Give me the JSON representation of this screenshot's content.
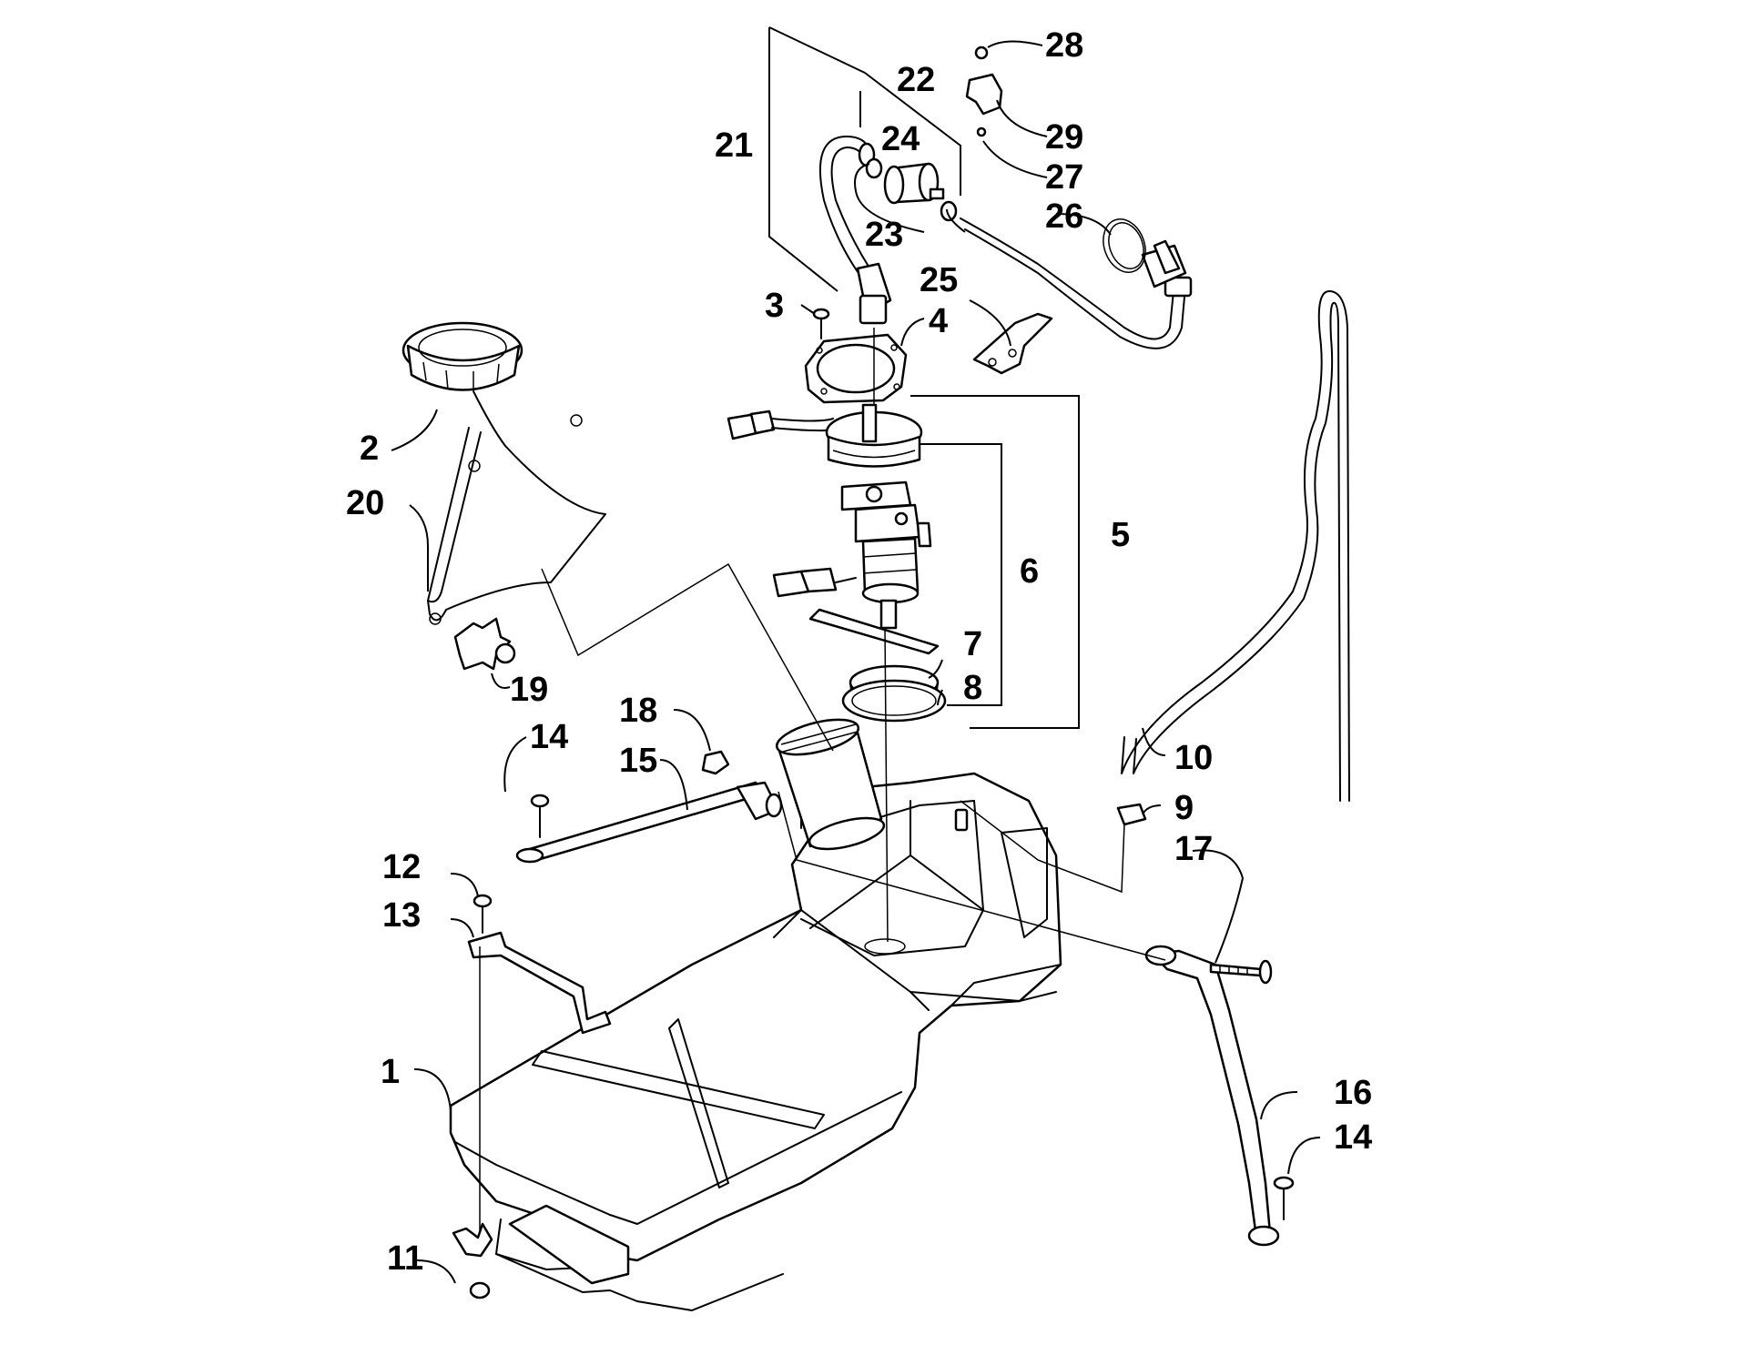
{
  "callouts": [
    {
      "id": "1",
      "label": "1"
    },
    {
      "id": "2",
      "label": "2"
    },
    {
      "id": "3",
      "label": "3"
    },
    {
      "id": "4",
      "label": "4"
    },
    {
      "id": "5",
      "label": "5"
    },
    {
      "id": "6",
      "label": "6"
    },
    {
      "id": "7",
      "label": "7"
    },
    {
      "id": "8",
      "label": "8"
    },
    {
      "id": "9",
      "label": "9"
    },
    {
      "id": "10",
      "label": "10"
    },
    {
      "id": "11",
      "label": "11"
    },
    {
      "id": "12",
      "label": "12"
    },
    {
      "id": "13",
      "label": "13"
    },
    {
      "id": "14a",
      "label": "14"
    },
    {
      "id": "14b",
      "label": "14"
    },
    {
      "id": "15",
      "label": "15"
    },
    {
      "id": "16",
      "label": "16"
    },
    {
      "id": "17",
      "label": "17"
    },
    {
      "id": "18",
      "label": "18"
    },
    {
      "id": "19",
      "label": "19"
    },
    {
      "id": "20",
      "label": "20"
    },
    {
      "id": "21",
      "label": "21"
    },
    {
      "id": "22",
      "label": "22"
    },
    {
      "id": "23",
      "label": "23"
    },
    {
      "id": "24",
      "label": "24"
    },
    {
      "id": "25",
      "label": "25"
    },
    {
      "id": "26",
      "label": "26"
    },
    {
      "id": "27",
      "label": "27"
    },
    {
      "id": "28",
      "label": "28"
    },
    {
      "id": "29",
      "label": "29"
    }
  ]
}
